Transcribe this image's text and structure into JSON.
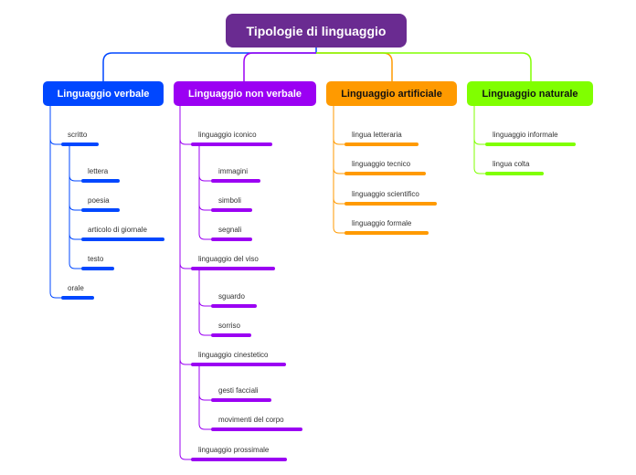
{
  "root": {
    "label": "Tipologie di linguaggio"
  },
  "colors": {
    "root": "#6a2b91",
    "verbale": "#0047ff",
    "non_verbale": "#9b00f3",
    "artificiale": "#ff9a00",
    "naturale": "#80ff00"
  },
  "branches": {
    "verbale": {
      "label": "Linguaggio verbale",
      "nodes": {
        "scritto": "scritto",
        "lettera": "lettera",
        "poesia": "poesia",
        "articolo": "articolo di giornale",
        "testo": "testo",
        "orale": "orale"
      }
    },
    "non_verbale": {
      "label": "Linguaggio non verbale",
      "nodes": {
        "iconico": "linguaggio iconico",
        "immagini": "immagini",
        "simboli": "simboli",
        "segnali": "segnali",
        "viso": "linguaggio del viso",
        "sguardo": "sguardo",
        "sorriso": "sorriso",
        "cinestetico": "linguaggio cinestetico",
        "gesti": "gesti facciali",
        "movimenti": "movimenti del corpo",
        "prossimale": "linguaggio prossimale"
      }
    },
    "artificiale": {
      "label": "Linguaggio artificiale",
      "nodes": {
        "letteraria": "lingua letteraria",
        "tecnico": "linguaggio tecnico",
        "scientifico": "linguaggio scientifico",
        "formale": "linguaggio formale"
      }
    },
    "naturale": {
      "label": "Linguaggio naturale",
      "nodes": {
        "informale": "linguaggio informale",
        "colta": "lingua colta"
      }
    }
  }
}
